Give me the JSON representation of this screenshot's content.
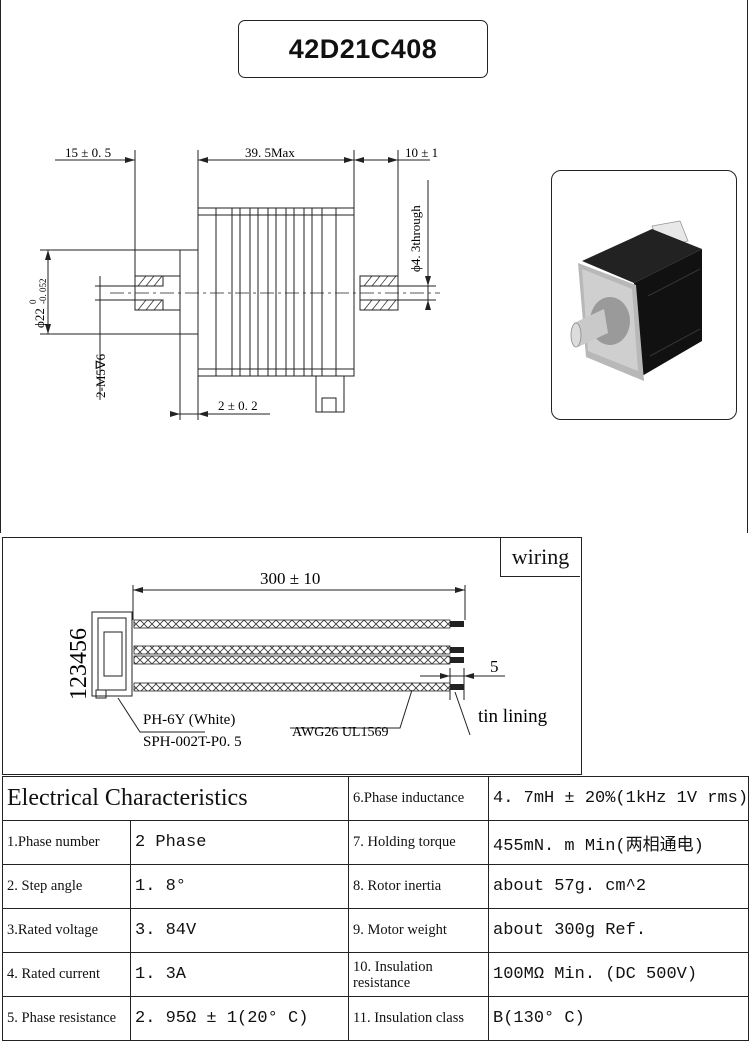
{
  "title": "42D21C408",
  "drawing": {
    "dim_front": "15 ± 0. 5",
    "dim_body": "39. 5Max",
    "dim_shaft": "10 ± 1",
    "dim_hole": "ϕ4. 3through",
    "dim_diam": "ϕ22",
    "dim_diam_tol_upper": "0",
    "dim_diam_tol_lower": "-0. 052",
    "dim_screw": "2-M5∇6",
    "dim_flange": "2 ± 0. 2"
  },
  "wiring": {
    "label": "wiring",
    "length": "300 ± 10",
    "pins": "123456",
    "strip": "5",
    "tin": "tin lining",
    "housing": "PH-6Y (White)",
    "terminal": "SPH-002T-P0. 5",
    "wire": "AWG26 UL1569"
  },
  "specs": {
    "heading": "Electrical Characteristics",
    "rows": [
      {
        "label1": "1.Phase number",
        "value1": "2 Phase",
        "label2": "7. Holding torque",
        "value2": "455mN. m Min(两相通电)"
      },
      {
        "label1": "2. Step angle",
        "value1": "1. 8°",
        "label2": "8. Rotor inertia",
        "value2": "about 57g. cm^2"
      },
      {
        "label1": "3.Rated voltage",
        "value1": "3. 84V",
        "label2": "9. Motor weight",
        "value2": "about 300g Ref."
      },
      {
        "label1": "4. Rated current",
        "value1": "1. 3A",
        "label2": "10. Insulation resistance",
        "value2": "100MΩ  Min. (DC 500V)"
      },
      {
        "label1": "5. Phase resistance",
        "value1": "2. 95Ω ± 1(20° C)",
        "label2": "11. Insulation class",
        "value2": "B(130° C)"
      }
    ],
    "row6_label": "6.Phase inductance",
    "row6_value": "4. 7mH ± 20%(1kHz  1V  rms)"
  }
}
